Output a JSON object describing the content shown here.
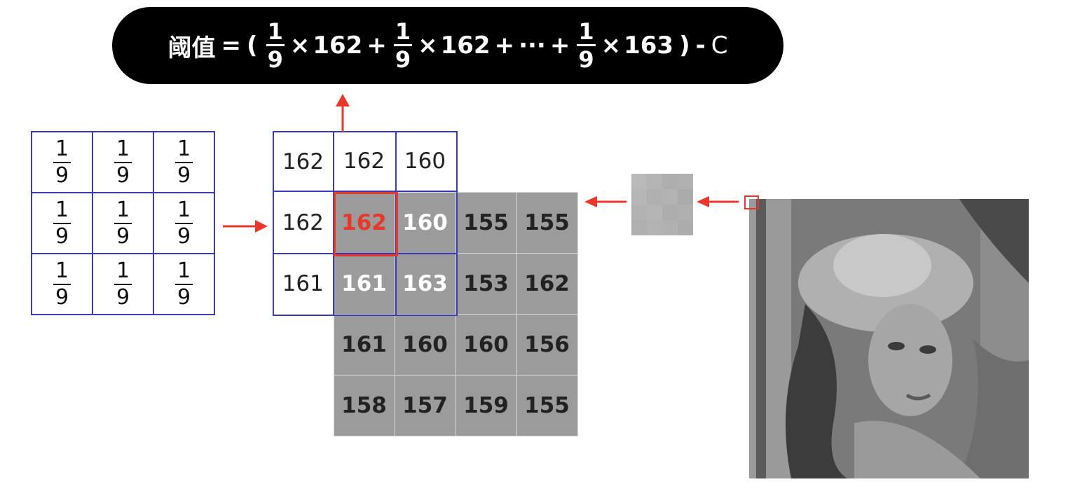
{
  "formula": {
    "lhs": "阈值",
    "eq": "=",
    "open": "(",
    "times": "×",
    "plus": "+",
    "ellipsis": "···",
    "close": ")",
    "minus": "-",
    "constant": "C",
    "fraction": {
      "numerator": "1",
      "denominator": "9"
    },
    "term1": "162",
    "term2": "162",
    "term_last": "163"
  },
  "kernel": {
    "rows": [
      [
        {
          "n": "1",
          "d": "9"
        },
        {
          "n": "1",
          "d": "9"
        },
        {
          "n": "1",
          "d": "9"
        }
      ],
      [
        {
          "n": "1",
          "d": "9"
        },
        {
          "n": "1",
          "d": "9"
        },
        {
          "n": "1",
          "d": "9"
        }
      ],
      [
        {
          "n": "1",
          "d": "9"
        },
        {
          "n": "1",
          "d": "9"
        },
        {
          "n": "1",
          "d": "9"
        }
      ]
    ]
  },
  "pixel_grid": {
    "rows": [
      [
        "162",
        "162",
        "160",
        "",
        ""
      ],
      [
        "162",
        "162",
        "160",
        "155",
        "155"
      ],
      [
        "161",
        "161",
        "163",
        "153",
        "162"
      ],
      [
        "",
        "161",
        "160",
        "160",
        "156"
      ],
      [
        "",
        "158",
        "157",
        "159",
        "155"
      ]
    ],
    "center_value": "162"
  },
  "colors": {
    "accent_red": "#e8382a",
    "window_blue": "#3a3ab8",
    "pixel_gray": "#9b9b9b",
    "formula_bg": "#000000"
  },
  "icons": [
    "arrow-up-icon",
    "arrow-right-icon",
    "arrow-left-icon"
  ]
}
